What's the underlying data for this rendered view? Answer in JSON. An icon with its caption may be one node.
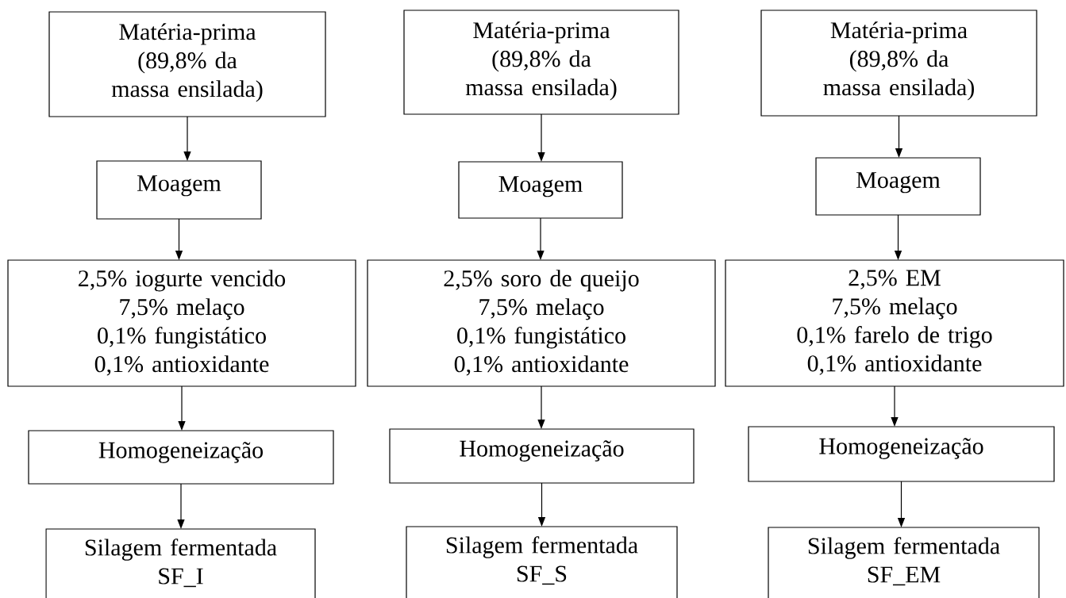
{
  "diagram": {
    "nodes": [
      {
        "text": [
          "Matéria-prima (89,8% da massa ensilada)"
        ]
      },
      {
        "text": [
          "Moagem"
        ]
      },
      {
        "text": [
          "2,5% iogurte vencido",
          "7,5% melaço",
          "0,1% fungistático",
          "0,1% antioxidante"
        ]
      },
      {
        "text": [
          "Homogeneização"
        ]
      },
      {
        "text": [
          "Silagem fermentada",
          "SF_I"
        ]
      },
      {
        "text": [
          "Matéria-prima (89,8% da massa ensilada)"
        ]
      },
      {
        "text": [
          "Moagem"
        ]
      },
      {
        "text": [
          "2,5% soro de queijo",
          "7,5% melaço",
          "0,1% fungistático",
          "0,1% antioxidante"
        ]
      },
      {
        "text": [
          "Homogeneização"
        ]
      },
      {
        "text": [
          "Silagem fermentada",
          "SF_S"
        ]
      },
      {
        "text": [
          "Matéria-prima (89,8% da massa ensilada)"
        ]
      },
      {
        "text": [
          "Moagem"
        ]
      },
      {
        "text": [
          "2,5% EM",
          "7,5% melaço",
          "0,1% farelo de trigo",
          "0,1% antioxidante"
        ]
      },
      {
        "text": [
          "Homogeneização"
        ]
      },
      {
        "text": [
          "Silagem fermentada",
          "SF_EM"
        ]
      }
    ],
    "edges": [
      {
        "from": 0,
        "to": 1,
        "arrow": "to"
      },
      {
        "from": 1,
        "to": 2,
        "arrow": "to"
      },
      {
        "from": 2,
        "to": 3,
        "arrow": "to"
      },
      {
        "from": 3,
        "to": 4,
        "arrow": "to"
      },
      {
        "from": 5,
        "to": 6,
        "arrow": "to"
      },
      {
        "from": 6,
        "to": 7,
        "arrow": "to"
      },
      {
        "from": 7,
        "to": 8,
        "arrow": "to"
      },
      {
        "from": 8,
        "to": 9,
        "arrow": "to"
      },
      {
        "from": 10,
        "to": 11,
        "arrow": "to"
      },
      {
        "from": 11,
        "to": 12,
        "arrow": "to"
      },
      {
        "from": 12,
        "to": 13,
        "arrow": "to"
      },
      {
        "from": 13,
        "to": 14,
        "arrow": "to"
      }
    ]
  }
}
